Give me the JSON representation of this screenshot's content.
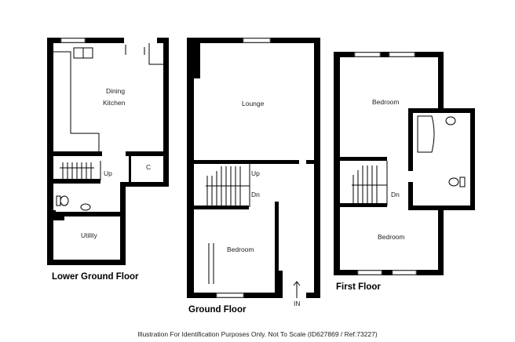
{
  "floors": {
    "lower_ground": {
      "title": "Lower Ground Floor"
    },
    "ground": {
      "title": "Ground Floor"
    },
    "first": {
      "title": "First Floor"
    }
  },
  "rooms": {
    "dining": "Dining",
    "kitchen": "Kitchen",
    "utility": "Utility",
    "cupboard": "C",
    "lg_up": "Up",
    "lounge": "Lounge",
    "g_bedroom": "Bedroom",
    "g_up": "Up",
    "g_dn": "Dn",
    "entrance": "IN",
    "f_bedroom_top": "Bedroom",
    "f_bedroom_bottom": "Bedroom",
    "f_dn": "Dn"
  },
  "disclaimer": "Illustration For Identification Purposes Only. Not To Scale (ID627869 / Ref:73227)"
}
